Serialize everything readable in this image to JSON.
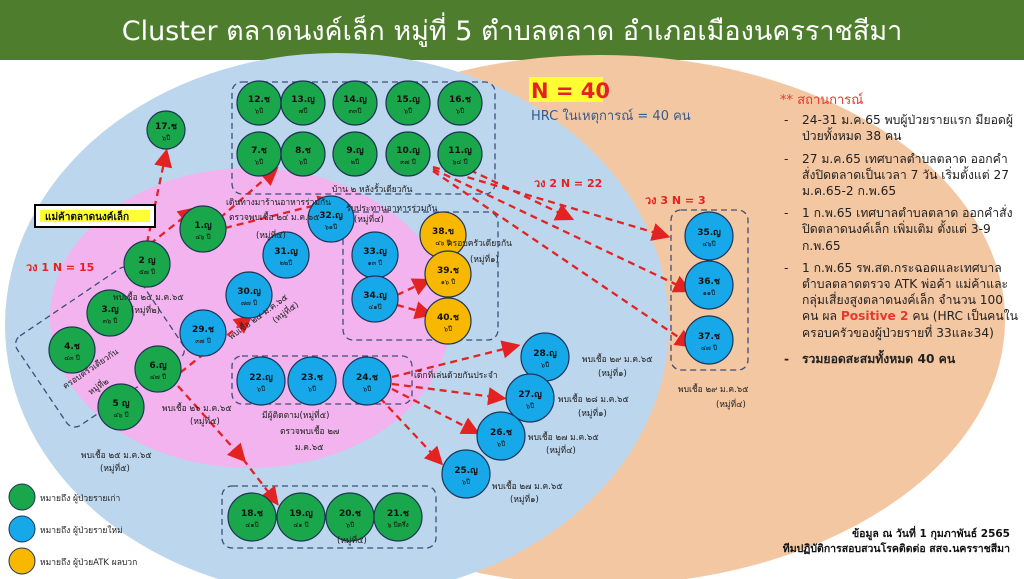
{
  "header": {
    "title": "Cluster ตลาดนงค์เล็ก หมู่ที่ 5  ตำบลตลาด อำเภอเมืองนครราชสีมา"
  },
  "summary": {
    "n": "N = 40",
    "hrc": "HRC ในเหตุการณ์ = 40 คน"
  },
  "situation": {
    "title": "** สถานการณ์",
    "items": [
      "24-31 ม.ค.65 พบผู้ป่วยรายแรก มียอดผู้ป่วยทั้งหมด 38 คน",
      "27 ม.ค.65 เทศบาลตำบลตลาด ออกคำสั่งปิดตลาดเป็นเวลา 7 วัน เริ่มตั้งแต่ 27 ม.ค.65-2 ก.พ.65",
      "1 ก.พ.65 เทศบาลตำบลตลาด ออกคำสั่งปิดตลาดนงค์เล็ก เพิ่มเติม ตั้งแต่ 3-9 ก.พ.65"
    ],
    "item4_a": "1 ก.พ.65 รพ.สต.กระฉอดและเทศบาลตำบลตลาดตรวจ ATK พ่อค้า แม่ค้าและกลุ่มเสี่ยงสูงตลาดนงค์เล็ก จำนวน 100 คน ผล ",
    "item4_pos": "Positive 2",
    "item4_b": " คน (HRC เป็นคนในครอบครัวของผู้ป่วยรายที่ 33และ34)",
    "total": "รวมยอดสะสมทั้งหมด 40 คน"
  },
  "footer": {
    "line1": "ข้อมูล ณ วันที่ 1 กุมภาพันธ์ 2565",
    "line2": "ทีมปฏิบัติการสอบสวนโรคติดต่อ สสจ.นครราชสีมา"
  },
  "legend": [
    {
      "label": "หมายถึง ผู้ป่วยรายเก่า",
      "color": "#1aa64a"
    },
    {
      "label": "หมายถึง ผู้ป่วยรายใหม่",
      "color": "#16a8e8"
    },
    {
      "label": "หมายถึง ผู้ป่วยATK ผลบวก",
      "color": "#f8b800"
    }
  ],
  "rings": {
    "ring1": "วง 1  N = 15",
    "ring2": "วง 2  N = 22",
    "ring3": "วง 3  N = 3"
  },
  "labels": {
    "vendor": "แม่ค้าตลาดนงค์เล็ก",
    "house2": "บ้าน ๒ หลังรั้วเดียวกัน",
    "house2_sub": "(หมู่ที่๔)",
    "family_ring1": "ครอบครัวเดียวกัน",
    "family_ring1_sub": "หมู่ที่๒",
    "family_38": "ครอบครัวเดียวกัน",
    "family_38_sub": "(หมู่ที่๑)",
    "trip": "เดินทางมาร้านอาหารร่วมกัน",
    "trip_sub": "ตรวจพบเชื้อ ๒๔ ม.ค.๖๕",
    "trip_sub2": "(หมู่ที่๔)",
    "go_restaurant": "รับประทานอาหารร่วมกัน",
    "found_2": "พบเชื้อ ๒๔ ม.ค.๖๕",
    "found_2_sub": "(หมู่ที่๒)",
    "found_30": "พบเชื้อ ๒๔ ม.ค.๖๕",
    "found_30_sub": "(หมู่ที่๕)",
    "found_6": "พบเชื้อ ๒๖ ม.ค.๖๕",
    "found_6_sub": "(หมู่ที่๕)",
    "found_5": "พบเชื้อ ๒๕ ม.ค.๖๕",
    "found_5_sub": "(หมู่ที่๕)",
    "children": "มีผู้ติดตาม(หมู่ที่๕)",
    "children_sub": "ตรวจพบเชื้อ ๒๗",
    "children_sub2": "ม.ค.๖๕",
    "play": "เด็กที่เล่นด้วยกันประจำ",
    "found_28": "พบเชื้อ ๒๙ ม.ค.๖๕",
    "found_28_sub": "(หมู่ที่๑)",
    "found_27": "พบเชื้อ ๒๘ ม.ค.๖๕",
    "found_27_sub": "(หมู่ที่๑)",
    "found_26": "พบเชื้อ ๒๗ ม.ค.๖๕",
    "found_26_sub": "(หมู่ที่๔)",
    "found_25": "พบเชื้อ ๒๗ ม.ค.๖๕",
    "found_25_sub": "(หมู่ที่๑)",
    "group_bottom": "(หมู่ที่๕)",
    "found_ring3": "พบเชื้อ ๒๙ ม.ค.๖๕",
    "found_ring3_sub": "(หมู่ที่๔)"
  },
  "nodes": [
    {
      "id": "12.ช",
      "age": "๖ปี",
      "color": "green"
    },
    {
      "id": "13.ญ",
      "age": "๗ปี",
      "color": "green"
    },
    {
      "id": "14.ญ",
      "age": "๓๓ปี",
      "color": "green"
    },
    {
      "id": "15.ญ",
      "age": "๖ปี",
      "color": "green"
    },
    {
      "id": "16.ช",
      "age": "๖ปี",
      "color": "green"
    },
    {
      "id": "7.ช",
      "age": "๖ปี",
      "color": "green"
    },
    {
      "id": "8.ช",
      "age": "๖ปี",
      "color": "green"
    },
    {
      "id": "9.ญ",
      "age": "๒ปี",
      "color": "green"
    },
    {
      "id": "10.ญ",
      "age": "๓๗ ปี",
      "color": "green"
    },
    {
      "id": "11.ญ",
      "age": "๖๔ ปี",
      "color": "green"
    },
    {
      "id": "17.ช",
      "age": "๖ปี",
      "color": "green"
    },
    {
      "id": "1.ญ",
      "age": "๔๖ ปี",
      "color": "green"
    },
    {
      "id": "2 ญ",
      "age": "๕๗ ปี",
      "color": "green"
    },
    {
      "id": "3.ญ",
      "age": "๓๖ ปี",
      "color": "green"
    },
    {
      "id": "4.ช",
      "age": "๔๓ ปี",
      "color": "green"
    },
    {
      "id": "5 ญ",
      "age": "๔๖ ปี",
      "color": "green"
    },
    {
      "id": "6.ญ",
      "age": "๔๗ ปี",
      "color": "green"
    },
    {
      "id": "29.ช",
      "age": "๓๗ ปี",
      "color": "blue"
    },
    {
      "id": "30.ญ",
      "age": "๗๗ ปี",
      "color": "blue"
    },
    {
      "id": "31.ญ",
      "age": "๒๒ปี",
      "color": "blue"
    },
    {
      "id": "32.ญ",
      "age": "๖๑ปี",
      "color": "blue"
    },
    {
      "id": "33.ญ",
      "age": "๑๓ ปี",
      "color": "blue"
    },
    {
      "id": "34.ญ",
      "age": "๔๑ปี",
      "color": "blue"
    },
    {
      "id": "38.ข",
      "age": "๔๖ ปี",
      "color": "yellow"
    },
    {
      "id": "39.ช",
      "age": "๑๖ ปี",
      "color": "yellow"
    },
    {
      "id": "40.ช",
      "age": "๖ปี",
      "color": "yellow"
    },
    {
      "id": "22.ญ",
      "age": "๖ปี",
      "color": "blue"
    },
    {
      "id": "23.ช",
      "age": "๖ปี",
      "color": "blue"
    },
    {
      "id": "24.ช",
      "age": "๖ปี",
      "color": "blue"
    },
    {
      "id": "28.ญ",
      "age": "๖ปี",
      "color": "blue"
    },
    {
      "id": "27.ญ",
      "age": "๖ปี",
      "color": "blue"
    },
    {
      "id": "26.ช",
      "age": "๖ปี",
      "color": "blue"
    },
    {
      "id": "25.ญ",
      "age": "๖ปี",
      "color": "blue"
    },
    {
      "id": "18.ช",
      "age": "๔๑ปี",
      "color": "green"
    },
    {
      "id": "19.ญ",
      "age": "๔๑ ปี",
      "color": "green"
    },
    {
      "id": "20.ช",
      "age": "๖ปี",
      "color": "green"
    },
    {
      "id": "21.ช",
      "age": "๖ ปีครึ่ง",
      "color": "green"
    },
    {
      "id": "35.ญ",
      "age": "๔๖ปี",
      "color": "blue"
    },
    {
      "id": "36.ช",
      "age": "๑๑ปี",
      "color": "blue"
    },
    {
      "id": "37.ช",
      "age": "๔๗ ปี",
      "color": "blue"
    }
  ],
  "colors": {
    "green": "#1aa64a",
    "blue": "#16a8e8",
    "yellow": "#f8b800",
    "header": "#4e7d2e",
    "ring3": "#f4c7a3",
    "ring2": "#bcd6ee",
    "ring1": "#f3b3ee",
    "arrow": "#e32222"
  }
}
